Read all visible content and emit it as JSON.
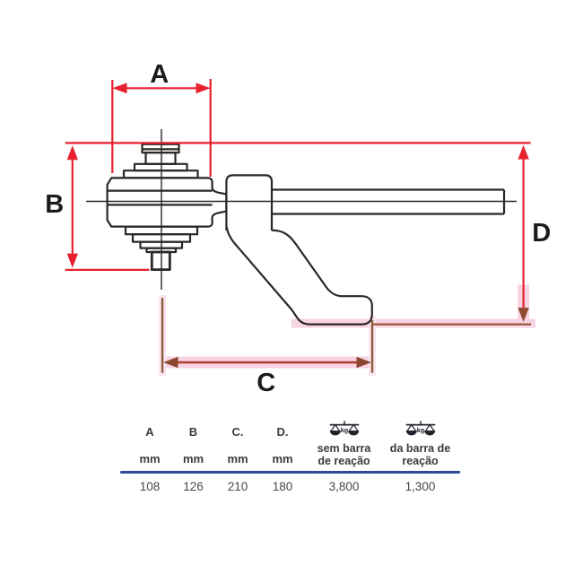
{
  "diagram": {
    "dim_labels": {
      "a": "A",
      "b": "B",
      "c": "C",
      "d": "D"
    },
    "colors": {
      "dim_red": "#e8202f",
      "dim_dark_red": "#ad3b2c",
      "dim_brown": "#8c5a3d",
      "glow_pink": "#f7d3e3",
      "drawing_black": "#2b2724",
      "table_rule_blue": "#2b4a99"
    }
  },
  "table": {
    "columns": [
      {
        "header": "A",
        "unit": "mm",
        "value": "108"
      },
      {
        "header": "B",
        "unit": "mm",
        "value": "126"
      },
      {
        "header": "C.",
        "unit": "mm",
        "value": "210"
      },
      {
        "header": "D.",
        "unit": "mm",
        "value": "180"
      },
      {
        "icon": "weight-scale-icon",
        "icon_label": "kg",
        "unit_line1": "sem barra",
        "unit_line2": "de reação",
        "value": "3,800"
      },
      {
        "icon": "weight-scale-icon",
        "icon_label": "kg",
        "unit_line1": "da barra de",
        "unit_line2": "reação",
        "value": "1,300"
      }
    ]
  }
}
